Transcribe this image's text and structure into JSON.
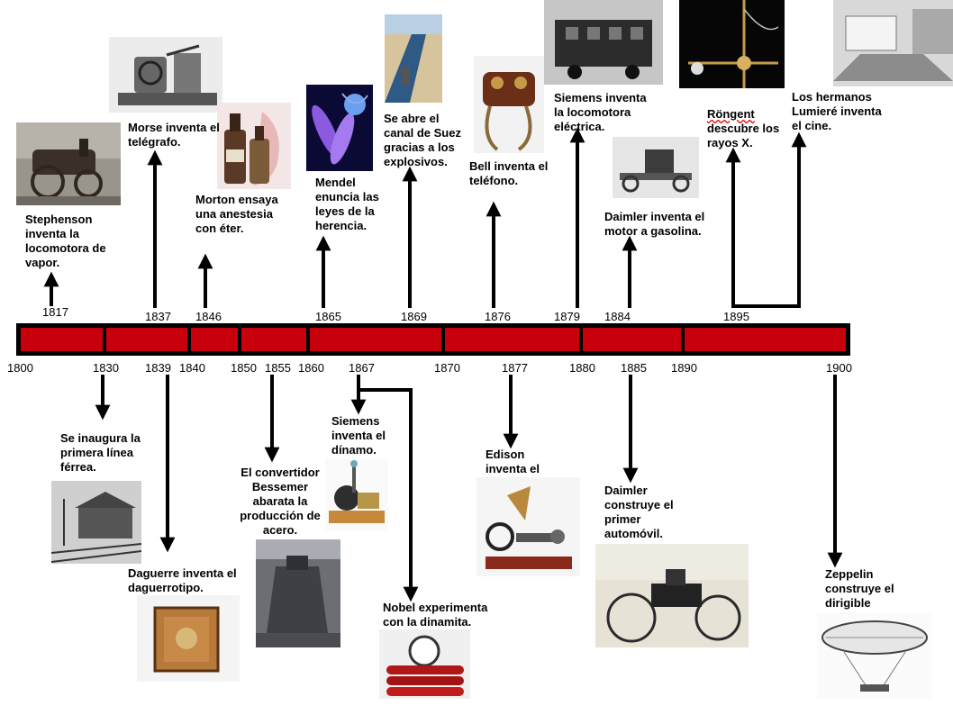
{
  "timeline": {
    "bar_color": "#c8000c",
    "bottom_years": [
      "1800",
      "1830",
      "1839",
      "1840",
      "1850",
      "1855",
      "1860",
      "1867",
      "1870",
      "1877",
      "1880",
      "1885",
      "1890",
      "1900"
    ],
    "top_years": [
      "1817",
      "1837",
      "1846",
      "1865",
      "1869",
      "1876",
      "1879",
      "1884",
      "1895"
    ]
  },
  "events_top": [
    {
      "year": "1817",
      "text": "Stephenson inventa la locomotora de vapor.",
      "image": "locomotive-photo"
    },
    {
      "year": "1837",
      "text": "Morse inventa el telégrafo.",
      "image": "telegraph-photo"
    },
    {
      "year": "1846",
      "text": "Morton ensaya una anestesia con éter.",
      "image": "ether-bottles-photo"
    },
    {
      "year": "1865",
      "text": "Mendel enuncia las leyes de la herencia.",
      "image": "chromosome-photo"
    },
    {
      "year": "1869",
      "text": "Se abre el canal de Suez gracias a los explosivos.",
      "image": "suez-canal-photo"
    },
    {
      "year": "1876",
      "text": "Bell inventa el teléfono.",
      "image": "telephone-photo"
    },
    {
      "year": "1879",
      "text": "Siemens inventa la locomotora eléctrica.",
      "image": "electric-locomotive-photo"
    },
    {
      "year": "1884",
      "text": "Daimler inventa el motor a gasolina.",
      "image": "gasoline-engine-photo"
    },
    {
      "year": "1895",
      "text_a": "Röngent",
      "text_b": " descubre los rayos X.",
      "image": "xray-tube-photo"
    },
    {
      "year": "1895",
      "text": "Los hermanos Lumieré inventa el cine.",
      "image": "cinema-photo"
    }
  ],
  "events_bottom": [
    {
      "year": "1830",
      "text": "Se inaugura la primera línea férrea.",
      "image": "railway-station-photo"
    },
    {
      "year": "1839",
      "text": "Daguerre inventa el daguerrotipo.",
      "image": "daguerreotype-camera-photo"
    },
    {
      "year": "1855",
      "text": "El convertidor Bessemer abarata la producción de acero.",
      "image": "bessemer-converter-photo"
    },
    {
      "year": "1867",
      "text": "Siemens inventa el dínamo.",
      "image": "dynamo-photo"
    },
    {
      "year": "1867",
      "text": "Nobel experimenta con la dinamita.",
      "image": "dynamite-photo"
    },
    {
      "year": "1877",
      "text": "Edison inventa el",
      "image": "phonograph-photo"
    },
    {
      "year": "1885",
      "text": "Daimler construye el primer automóvil.",
      "image": "automobile-photo"
    },
    {
      "year": "1900",
      "text": "Zeppelin construye el dirigible",
      "image": "dirigible-photo"
    }
  ]
}
